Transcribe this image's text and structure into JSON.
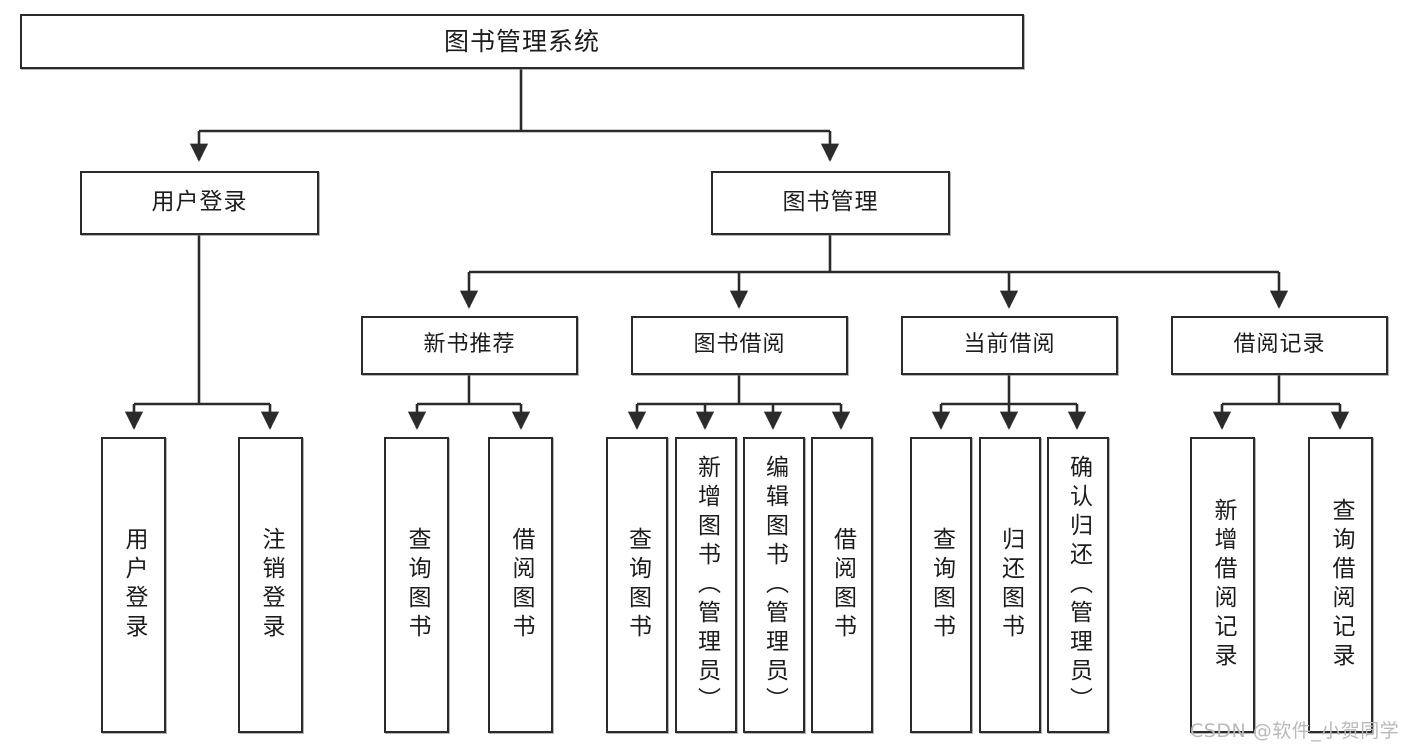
{
  "diagram": {
    "title": "图书管理系统",
    "type": "tree",
    "root": {
      "label": "图书管理系统"
    },
    "level2": [
      {
        "label": "用户登录"
      },
      {
        "label": "图书管理"
      }
    ],
    "level3": [
      {
        "label": "新书推荐"
      },
      {
        "label": "图书借阅"
      },
      {
        "label": "当前借阅"
      },
      {
        "label": "借阅记录"
      }
    ],
    "leaves": {
      "user_login": [
        {
          "label": "用户登录"
        },
        {
          "label": "注销登录"
        }
      ],
      "new_book_recommend": [
        {
          "label": "查询图书"
        },
        {
          "label": "借阅图书"
        }
      ],
      "book_borrow": [
        {
          "label": "查询图书"
        },
        {
          "label": "新增图书（管理员）"
        },
        {
          "label": "编辑图书（管理员）"
        },
        {
          "label": "借阅图书"
        }
      ],
      "current_borrow": [
        {
          "label": "查询图书"
        },
        {
          "label": "归还图书"
        },
        {
          "label": "确认归还（管理员）"
        }
      ],
      "borrow_record": [
        {
          "label": "新增借阅记录"
        },
        {
          "label": "查询借阅记录"
        }
      ]
    }
  },
  "watermark": {
    "text": "CSDN @软件_小贺同学"
  },
  "colors": {
    "border": "#2b2b2b",
    "background": "#ffffff",
    "text": "#1c1c1c",
    "watermark": "#b9b9b9"
  }
}
